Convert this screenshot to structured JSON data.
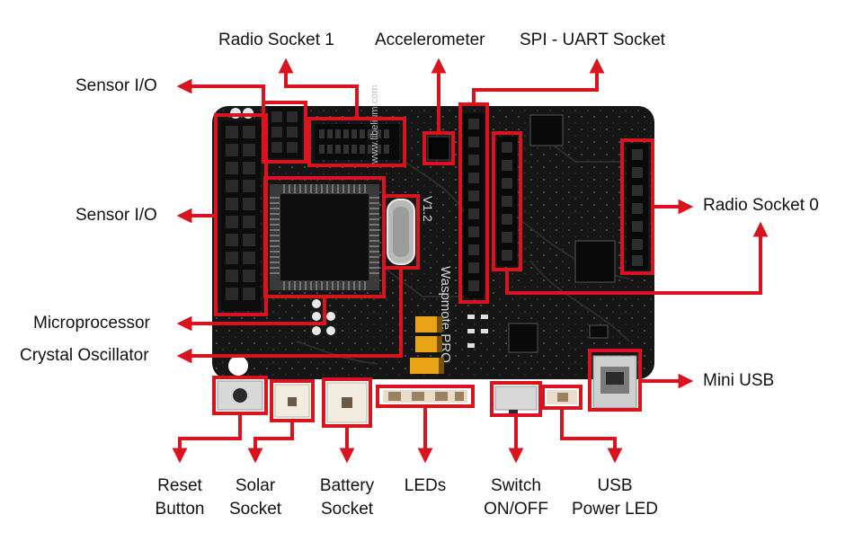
{
  "diagram": {
    "labels": {
      "radio_socket_1": "Radio Socket 1",
      "accelerometer": "Accelerometer",
      "spi_uart_socket": "SPI - UART Socket",
      "sensor_io_top": "Sensor I/O",
      "sensor_io_left": "Sensor I/O",
      "radio_socket_0": "Radio Socket 0",
      "microprocessor": "Microprocessor",
      "crystal_oscillator": "Crystal Oscillator",
      "mini_usb": "Mini USB",
      "reset_button": [
        "Reset",
        "Button"
      ],
      "solar_socket": [
        "Solar",
        "Socket"
      ],
      "battery_socket": [
        "Battery",
        "Socket"
      ],
      "leds": "LEDs",
      "switch": [
        "Switch",
        "ON/OFF"
      ],
      "usb_power_led": [
        "USB",
        "Power LED"
      ]
    },
    "board_silkscreen": {
      "url": "www.libelium.com",
      "model": "Waspmote PRO",
      "version": "V1.2"
    },
    "colors": {
      "callout": "#d9141e",
      "board": "#151515",
      "label_text": "#111111"
    }
  }
}
